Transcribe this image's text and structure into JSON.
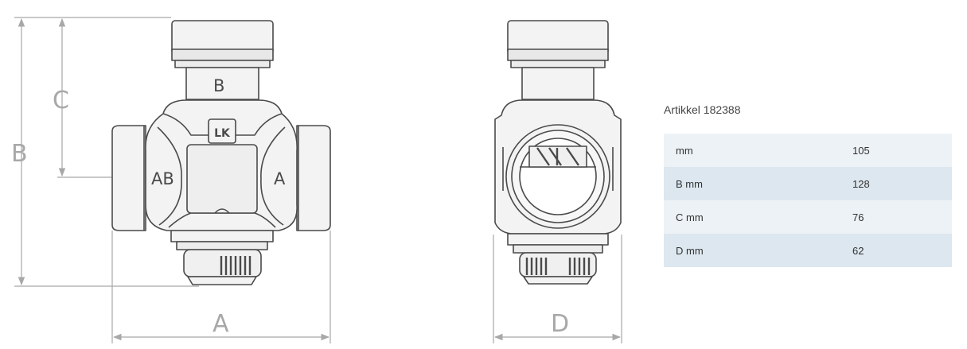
{
  "drawing": {
    "dimension_labels": {
      "a": "A",
      "b": "B",
      "c": "C",
      "d": "D"
    },
    "port_labels": {
      "top": "B",
      "left": "AB",
      "right": "A"
    },
    "logo": "LK",
    "colors": {
      "dimension_line": "#a8a8a8",
      "outline": "#4a4a4a",
      "body_fill": "#f3f3f3"
    }
  },
  "spec": {
    "title": "Artikkel 182388",
    "rows": [
      {
        "label": "mm",
        "value": "105"
      },
      {
        "label": "B mm",
        "value": "128"
      },
      {
        "label": "C mm",
        "value": "76"
      },
      {
        "label": "D mm",
        "value": "62"
      }
    ],
    "colors": {
      "row_light": "#edf2f6",
      "row_dark": "#dce7ef"
    }
  }
}
